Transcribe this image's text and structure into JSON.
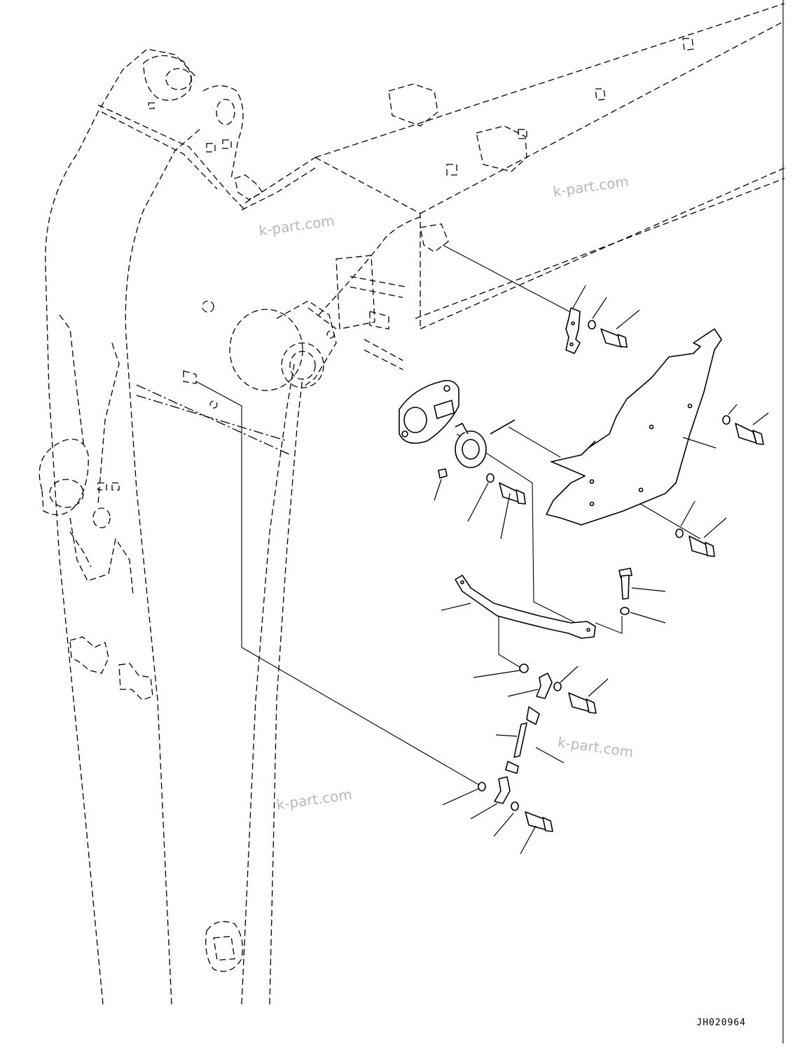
{
  "watermarks": [
    "k-part.com",
    "k-part.com",
    "k-part.com",
    "k-part.com"
  ],
  "drawing_code": "JH020964"
}
